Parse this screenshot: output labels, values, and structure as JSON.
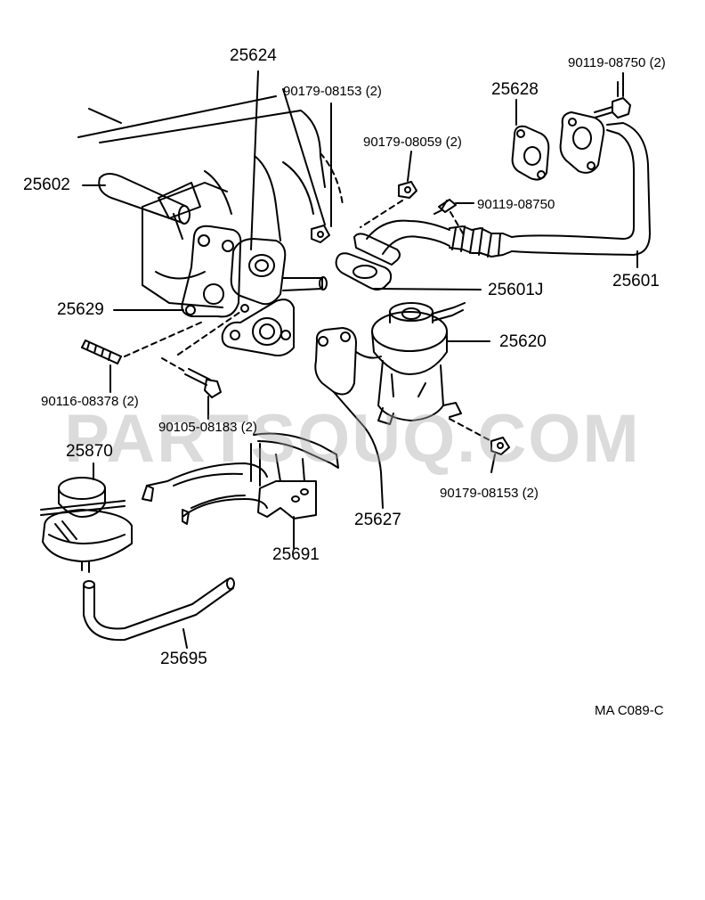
{
  "watermark": "PARTSOUQ.COM",
  "diagram_code": "MA C089-C",
  "part_labels": {
    "p25624": "25624",
    "p90179_08153_top": "90179-08153 (2)",
    "p25628": "25628",
    "p90119_08750_2": "90119-08750 (2)",
    "p90179_08059": "90179-08059 (2)",
    "p90119_08750": "90119-08750",
    "p25602": "25602",
    "p25601J": "25601J",
    "p25601": "25601",
    "p25629": "25629",
    "p25620": "25620",
    "p90116_08378": "90116-08378 (2)",
    "p90105_08183": "90105-08183 (2)",
    "p25870": "25870",
    "p90179_08153_bottom": "90179-08153 (2)",
    "p25627": "25627",
    "p25691": "25691",
    "p25695": "25695"
  },
  "colors": {
    "line": "#000000",
    "background": "#ffffff",
    "watermark": "#aaaaaa"
  }
}
